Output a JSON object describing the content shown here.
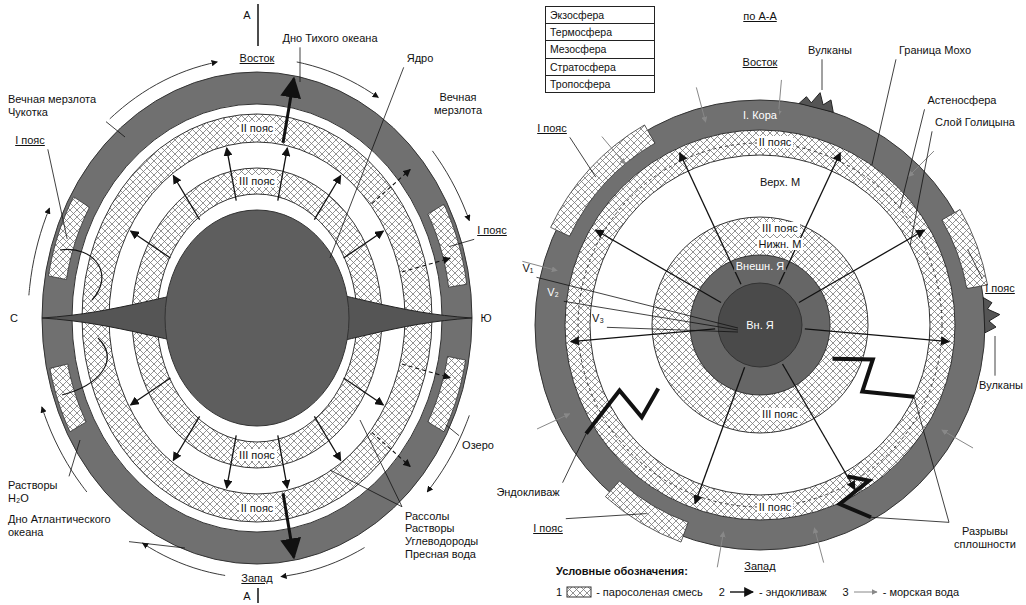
{
  "diagram": {
    "nodes": [
      {
        "text": [
          "Экзосфера"
        ]
      },
      {
        "text": [
          "Термосфера"
        ]
      },
      {
        "text": [
          "Мезосфера"
        ]
      },
      {
        "text": [
          "Стратосфера"
        ]
      },
      {
        "text": [
          "Тропосфера"
        ]
      }
    ],
    "labels": [
      "А",
      "Восток",
      "Дно Тихого океана",
      "Ядро",
      "Вечная мерзлота Чукотка",
      "Вечная мерзлота",
      "I пояс",
      "I пояс",
      "II пояс",
      "III пояс",
      "С",
      "Ю",
      "III пояс",
      "II пояс",
      "Озеро",
      "Растворы H₂O",
      "Дно Атлантического океана",
      "Рассолы Растворы Углеводороды Пресная вода",
      "Запад",
      "А",
      "по А-А",
      "Восток",
      "Вулканы",
      "Граница Мохо",
      "Астеносфера",
      "Слой Голицына",
      "I пояс",
      "I. Кора",
      "II пояс",
      "Верх. М",
      "V₁",
      "V₂",
      "V₃",
      "III пояс",
      "Нижн. М",
      "Внешн. Я",
      "Вн. Я",
      "I пояс",
      "Вулканы",
      "III пояс",
      "Эндокливаж",
      "I пояс",
      "II пояс",
      "Разрывы сплошности",
      "Запад",
      "Условные обозначения:",
      "1",
      "2",
      "3"
    ],
    "legend": [
      {
        "text": "- паросоленая смесь"
      },
      {
        "text": "- эндокливаж"
      },
      {
        "text": "- морская вода"
      }
    ]
  }
}
